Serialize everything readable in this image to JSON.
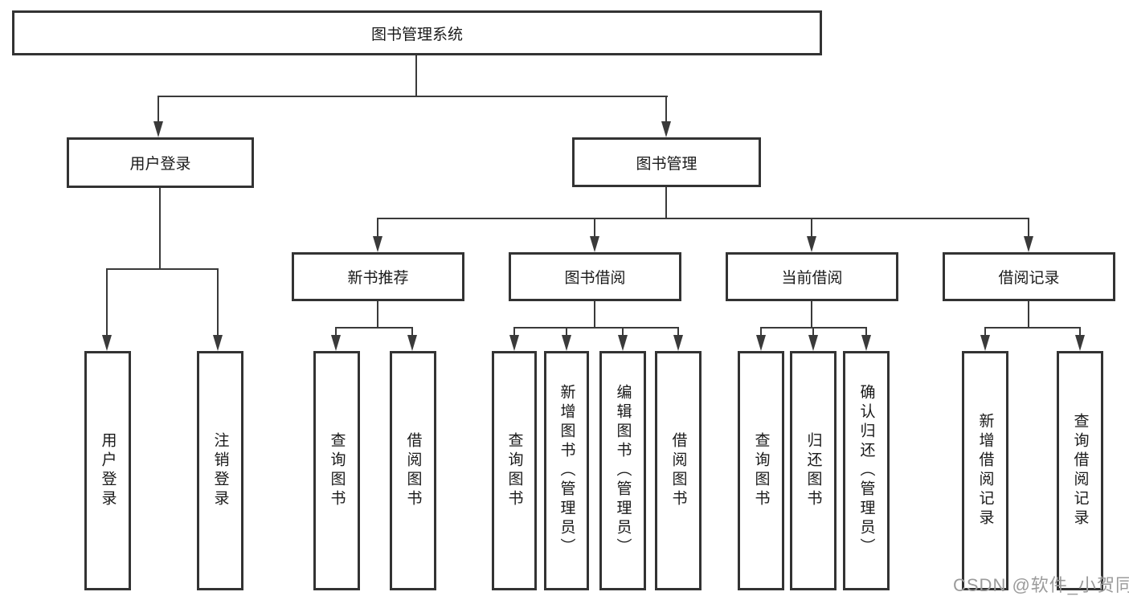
{
  "diagram": {
    "type": "hierarchy",
    "tree": {
      "label": "图书管理系统",
      "children": [
        {
          "label": "用户登录",
          "children": [
            {
              "label": "用户登录"
            },
            {
              "label": "注销登录"
            }
          ]
        },
        {
          "label": "图书管理",
          "children": [
            {
              "label": "新书推荐",
              "children": [
                {
                  "label": "查询图书"
                },
                {
                  "label": "借阅图书"
                }
              ]
            },
            {
              "label": "图书借阅",
              "children": [
                {
                  "label": "查询图书"
                },
                {
                  "label": "新增图书（管理员）"
                },
                {
                  "label": "编辑图书（管理员）"
                },
                {
                  "label": "借阅图书"
                }
              ]
            },
            {
              "label": "当前借阅",
              "children": [
                {
                  "label": "查询图书"
                },
                {
                  "label": "归还图书"
                },
                {
                  "label": "确认归还（管理员）"
                }
              ]
            },
            {
              "label": "借阅记录",
              "children": [
                {
                  "label": "新增借阅记录"
                },
                {
                  "label": "查询借阅记录"
                }
              ]
            }
          ]
        }
      ]
    }
  },
  "watermark": {
    "text": "CSDN @软件_小贺同学"
  },
  "colors": {
    "box_border": "#333333",
    "connector": "#3a3a3a",
    "text": "#1a1a1a",
    "watermark": "#9b9b9b",
    "background": "#ffffff"
  }
}
